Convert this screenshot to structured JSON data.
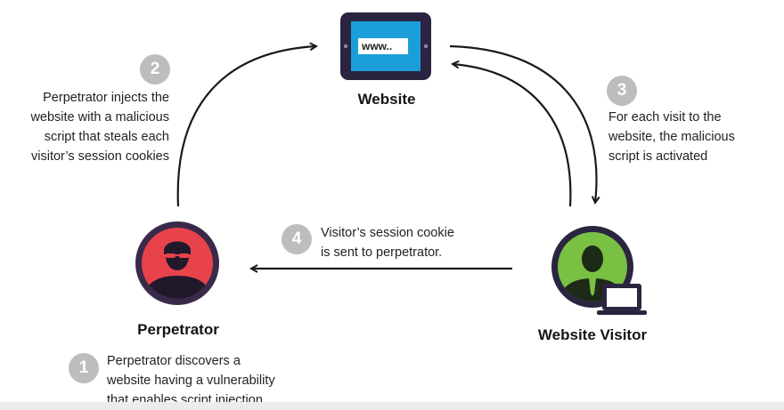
{
  "nodes": {
    "website": {
      "label": "Website",
      "screen_text": "www.."
    },
    "perpetrator": {
      "label": "Perpetrator"
    },
    "visitor": {
      "label": "Website Visitor"
    }
  },
  "steps": [
    {
      "num": "1",
      "text": "Perpetrator discovers a\nwebsite having a vulnerability\nthat enables script injection"
    },
    {
      "num": "2",
      "text": "Perpetrator injects the\nwebsite with a malicious\nscript that steals each\nvisitor’s session cookies"
    },
    {
      "num": "3",
      "text": "For each visit to the\nwebsite, the malicious\nscript is activated"
    },
    {
      "num": "4",
      "text": "Visitor’s session cookie\nis sent to perpetrator."
    }
  ],
  "colors": {
    "tablet": "#2a2440",
    "screen": "#1c9fd8",
    "perpetrator_ring": "#3a2a4a",
    "perpetrator_fill": "#e8434b",
    "visitor_ring": "#2b2540",
    "visitor_fill": "#79c043",
    "badge": "#bdbdbd"
  }
}
